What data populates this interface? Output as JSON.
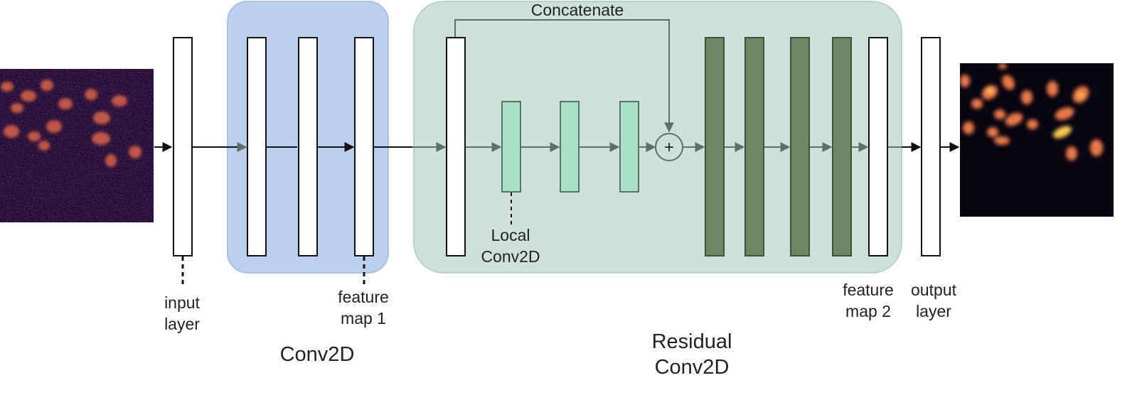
{
  "labels": {
    "concatenate": "Concatenate",
    "local_conv_line1": "Local",
    "local_conv_line2": "Conv2D",
    "input_line1": "input",
    "input_line2": "layer",
    "fm1_line1": "feature",
    "fm1_line2": "map 1",
    "fm2_line1": "feature",
    "fm2_line2": "map 2",
    "output_line1": "output",
    "output_line2": "layer",
    "conv_block": "Conv2D",
    "res_line1": "Residual",
    "res_line2": "Conv2D",
    "plus": "+"
  },
  "colors": {
    "conv_block_fill": "#bcd0ee",
    "conv_block_stroke": "#a9c1e8",
    "res_block_fill": "#cde0da",
    "res_block_stroke": "#b6d3c8",
    "light_green": "#a8e2c6",
    "dark_green": "#6d8762",
    "arrow_gray": "#5f6f6a",
    "noise_bg": "#1d0a2e",
    "noise_mid": "#6a1f6e",
    "blob_orange": "#e9784a",
    "blob_yellow": "#f6c84e"
  }
}
